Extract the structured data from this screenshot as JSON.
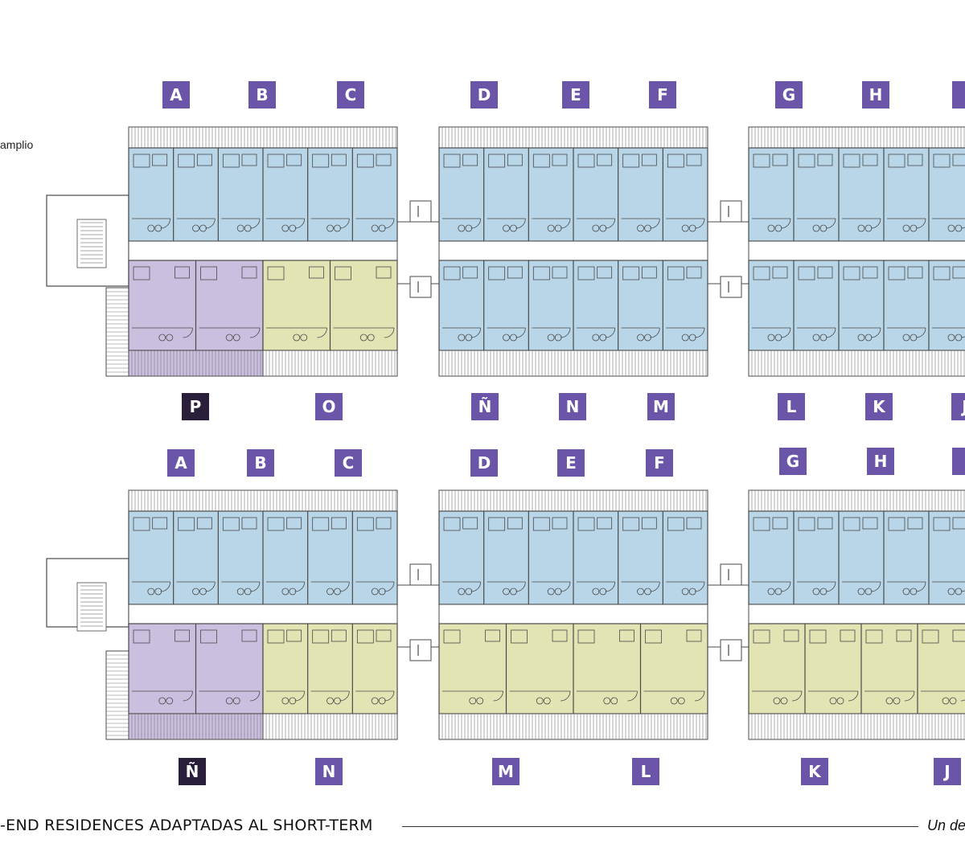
{
  "side_note": "amplio",
  "floors": [
    {
      "top_labels": [
        {
          "id": "A",
          "tone": "purple"
        },
        {
          "id": "B",
          "tone": "purple"
        },
        {
          "id": "C",
          "tone": "purple"
        },
        {
          "id": "D",
          "tone": "purple"
        },
        {
          "id": "E",
          "tone": "purple"
        },
        {
          "id": "F",
          "tone": "purple"
        },
        {
          "id": "G",
          "tone": "purple"
        },
        {
          "id": "H",
          "tone": "purple"
        }
      ],
      "bottom_labels": [
        {
          "id": "P",
          "tone": "dark"
        },
        {
          "id": "O",
          "tone": "purple"
        },
        {
          "id": "Ñ",
          "tone": "purple"
        },
        {
          "id": "N",
          "tone": "purple"
        },
        {
          "id": "M",
          "tone": "purple"
        },
        {
          "id": "L",
          "tone": "purple"
        },
        {
          "id": "K",
          "tone": "purple"
        },
        {
          "id": "J",
          "tone": "purple"
        }
      ]
    },
    {
      "top_labels": [
        {
          "id": "A",
          "tone": "purple"
        },
        {
          "id": "B",
          "tone": "purple"
        },
        {
          "id": "C",
          "tone": "purple"
        },
        {
          "id": "D",
          "tone": "purple"
        },
        {
          "id": "E",
          "tone": "purple"
        },
        {
          "id": "F",
          "tone": "purple"
        },
        {
          "id": "G",
          "tone": "purple"
        },
        {
          "id": "H",
          "tone": "purple"
        }
      ],
      "bottom_labels": [
        {
          "id": "Ñ",
          "tone": "dark"
        },
        {
          "id": "N",
          "tone": "purple"
        },
        {
          "id": "M",
          "tone": "purple"
        },
        {
          "id": "L",
          "tone": "purple"
        },
        {
          "id": "K",
          "tone": "purple"
        },
        {
          "id": "J",
          "tone": "purple"
        }
      ]
    }
  ],
  "colors": {
    "label_purple": "#6b55a8",
    "label_dark": "#2a1f3a",
    "unit_blue": "#b9d6e8",
    "unit_purple": "#cbbfe0",
    "unit_yellow": "#e2e4b3",
    "line": "#4a4a4a"
  },
  "footer": {
    "left_text": "-END RESIDENCES ADAPTADAS AL SHORT-TERM",
    "right_text": "Un de"
  }
}
